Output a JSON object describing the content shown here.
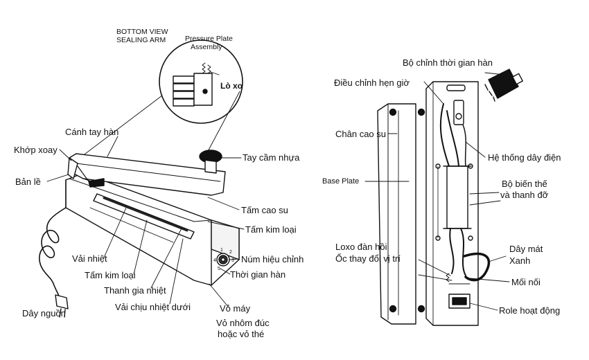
{
  "left_diagram": {
    "inset_title": [
      "BOTTOM VIEW",
      "SEALING ARM"
    ],
    "inset_part_label": [
      "Pressure Plate",
      "Assembly"
    ],
    "inset_spring_label": "Lò xo",
    "labels": {
      "arm": "Cánh tay hàn",
      "pivot": "Khớp xoay",
      "hinge": "Bản lề",
      "plastic_handle": "Tay cầm nhựa",
      "rubber_pad": "Tấm cao su",
      "metal_plate_right": "Tấm kim loại",
      "adjust_knob": "Núm hiệu chỉnh",
      "heat_cloth": "Vải nhiệt",
      "metal_plate_left": "Tấm kim loại",
      "heating_bar": "Thanh gia nhiệt",
      "seal_time": "Thời gian hàn",
      "lower_heat_cloth": "Vải chịu nhiệt dưới",
      "housing": "Vỏ máy",
      "housing_note": [
        "Vỏ nhôm đúc",
        "hoặc vỏ thé"
      ],
      "power_cord": "Dây nguồn"
    },
    "dial_numbers": [
      "1",
      "2",
      "3",
      "4",
      "5"
    ]
  },
  "right_diagram": {
    "labels": {
      "timer_module": "Bộ chỉnh thời gian hàn",
      "timer_adjust": "Điều chỉnh hẹn giờ",
      "rubber_feet": "Chân cao su",
      "wiring": "Hệ thống dây điện",
      "base_plate": "Base Plate",
      "transformer": [
        "Bộ biến thế",
        "và thanh đỡ"
      ],
      "spring": "Loxo đàn hồi",
      "screw": "Ốc thay đổi vị trí",
      "ground_wire": [
        "Dây mát",
        "Xanh"
      ],
      "joint": "Mối nối",
      "relay": "Role hoạt động"
    }
  }
}
